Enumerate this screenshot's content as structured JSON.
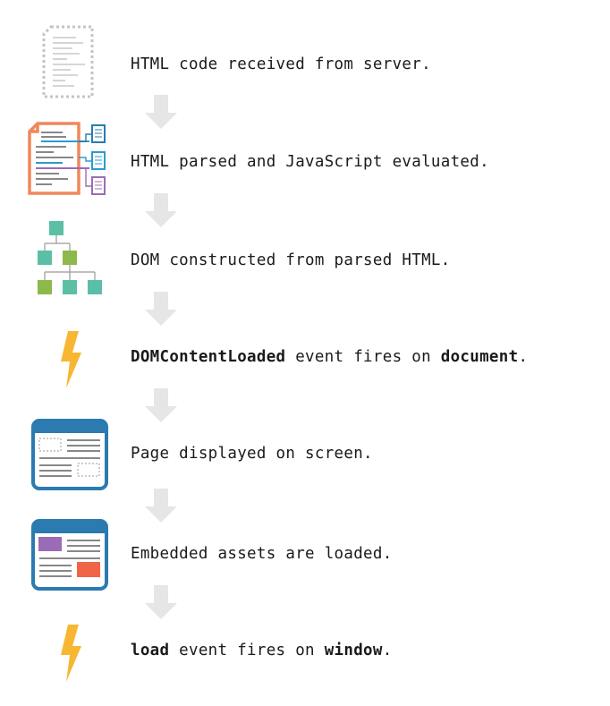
{
  "steps": [
    {
      "icon": "html-document-icon",
      "text": "HTML code received from server."
    },
    {
      "icon": "parsed-html-scripts-icon",
      "text": "HTML parsed and JavaScript evaluated."
    },
    {
      "icon": "dom-tree-icon",
      "text": "DOM constructed from parsed HTML."
    },
    {
      "icon": "lightning-bolt-icon",
      "text_bold_1": "DOMContentLoaded",
      "text_mid": " event fires on ",
      "text_bold_2": "document",
      "text_end": "."
    },
    {
      "icon": "page-layout-icon",
      "text": "Page displayed on screen."
    },
    {
      "icon": "page-assets-icon",
      "text": "Embedded assets are loaded."
    },
    {
      "icon": "lightning-bolt-icon",
      "text_bold_1": "load",
      "text_mid": " event fires on ",
      "text_bold_2": "window",
      "text_end": "."
    }
  ],
  "colors": {
    "arrow": "#e6e6e6",
    "orange_doc": "#f0875a",
    "teal": "#5bbfa5",
    "green": "#8db84a",
    "blue_frame": "#2b7bb0",
    "purple": "#9a6cb8",
    "red": "#f06448",
    "bolt": "#f7b733"
  }
}
